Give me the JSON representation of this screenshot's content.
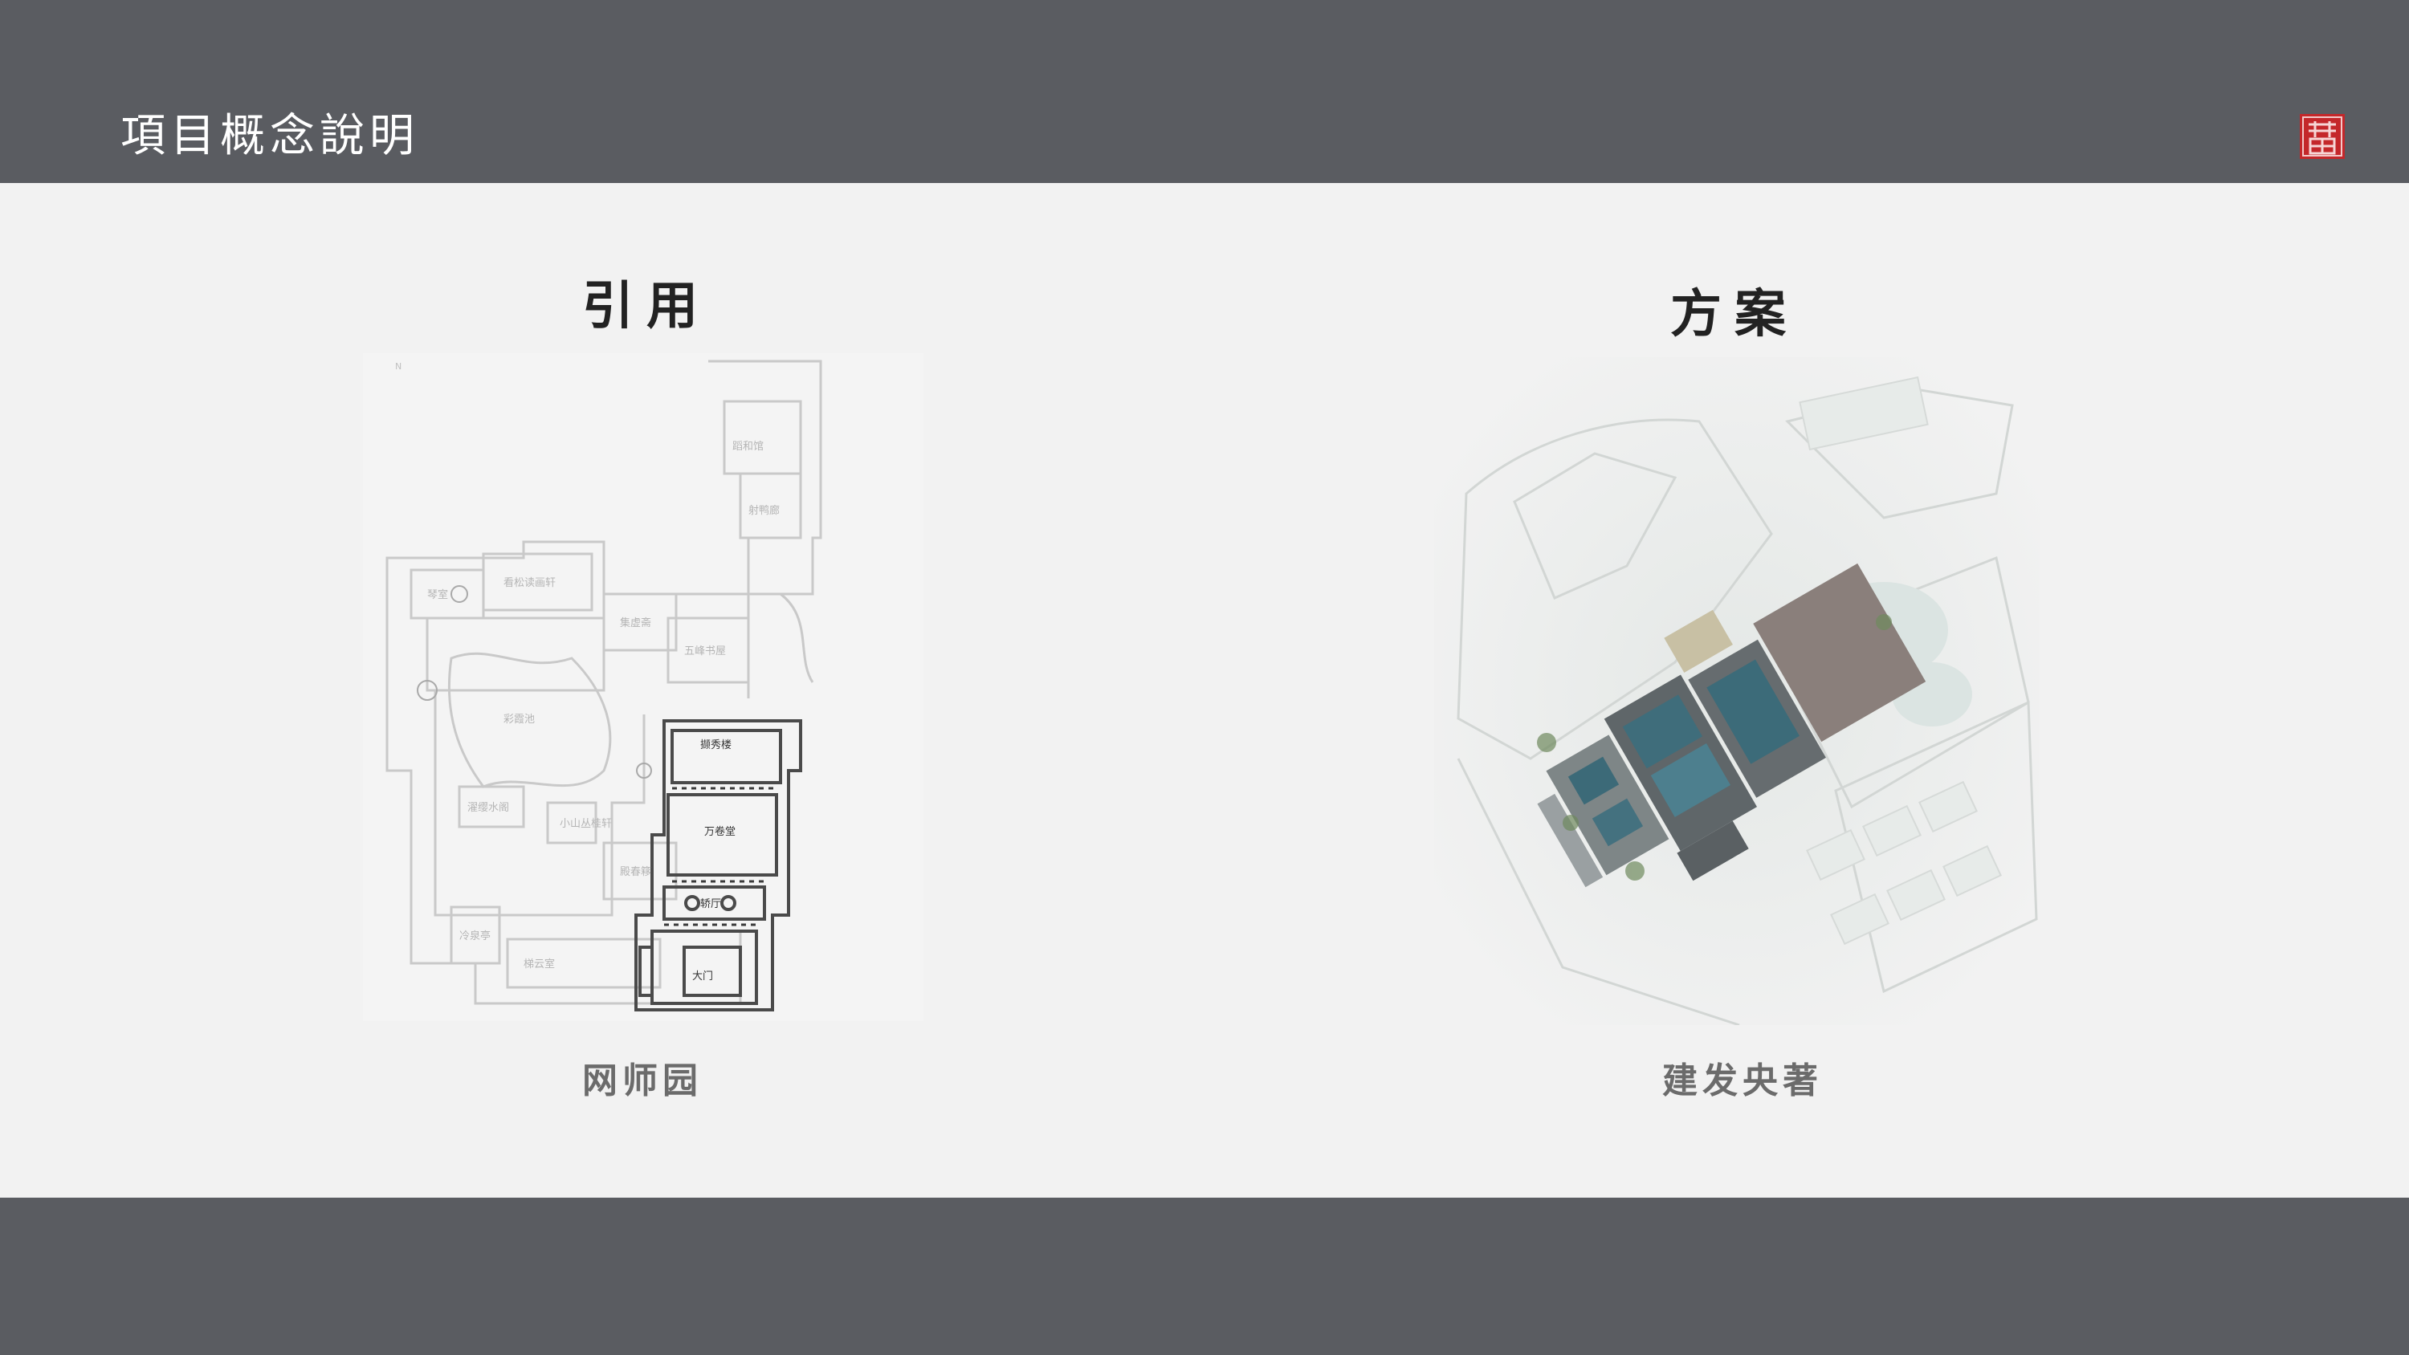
{
  "header": {
    "title": "項目概念說明",
    "background": "#5a5c61",
    "seal_color": "#c4272a"
  },
  "left": {
    "heading": "引用",
    "caption": "网师园",
    "plan_labels": [
      "琴室",
      "看松读画轩",
      "集虚斋",
      "五峰书屋",
      "撷秀楼",
      "万卷堂",
      "轿厅",
      "大门",
      "彩霞池",
      "濯缨水阁",
      "小山丛桂轩",
      "殿春簃",
      "冷泉亭",
      "梯云室",
      "蹈和馆",
      "射鸭廊"
    ]
  },
  "right": {
    "heading": "方案",
    "caption": "建发央著"
  }
}
